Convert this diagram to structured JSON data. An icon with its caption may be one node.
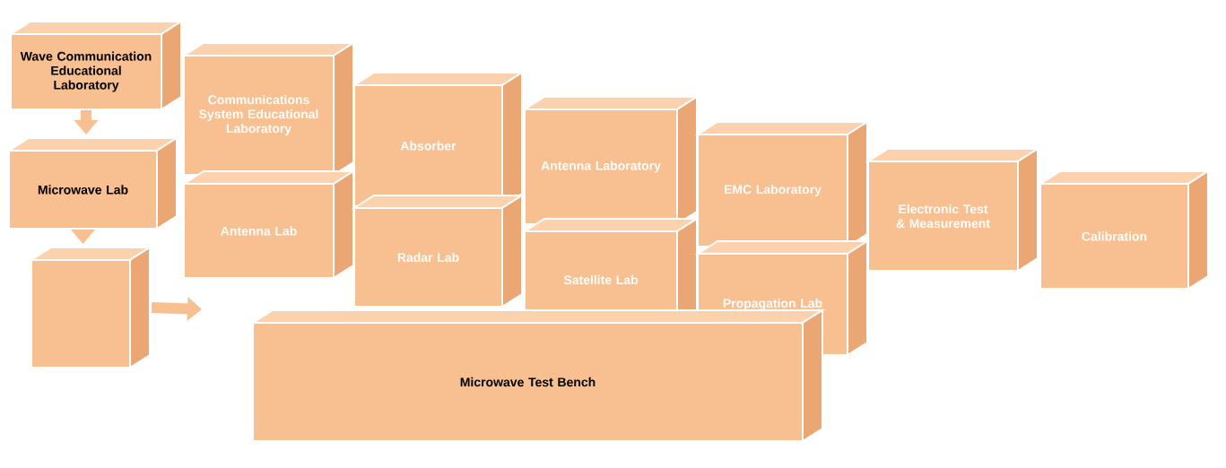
{
  "diagram": {
    "nodes": [
      {
        "text": [
          "Wave Communication Educational Laboratory"
        ]
      },
      {
        "text": [
          "Communications System Educational Laboratory"
        ]
      },
      {
        "text": [
          "Absorber"
        ]
      },
      {
        "text": [
          "Antenna Laboratory"
        ]
      },
      {
        "text": [
          "EMC Laboratory"
        ]
      },
      {
        "text": [
          "Electronic Test & Measurement"
        ]
      },
      {
        "text": [
          "Calibration"
        ]
      },
      {
        "text": [
          "Microwave Lab"
        ]
      },
      {
        "text": [
          "Antenna Lab"
        ]
      },
      {
        "text": [
          "Radar Lab"
        ]
      },
      {
        "text": [
          "Satellite Lab"
        ]
      },
      {
        "text": [
          "Propagation Lab"
        ]
      },
      {
        "text": [],
        "shape": "box"
      },
      {
        "text": [
          "Microwave Test Bench"
        ]
      }
    ],
    "edges": [
      {
        "from": 0,
        "to": 7,
        "arrow": "to"
      },
      {
        "from": 7,
        "to": 12,
        "arrow": "to"
      },
      {
        "from": 12,
        "to": null,
        "arrow": "to"
      }
    ]
  }
}
